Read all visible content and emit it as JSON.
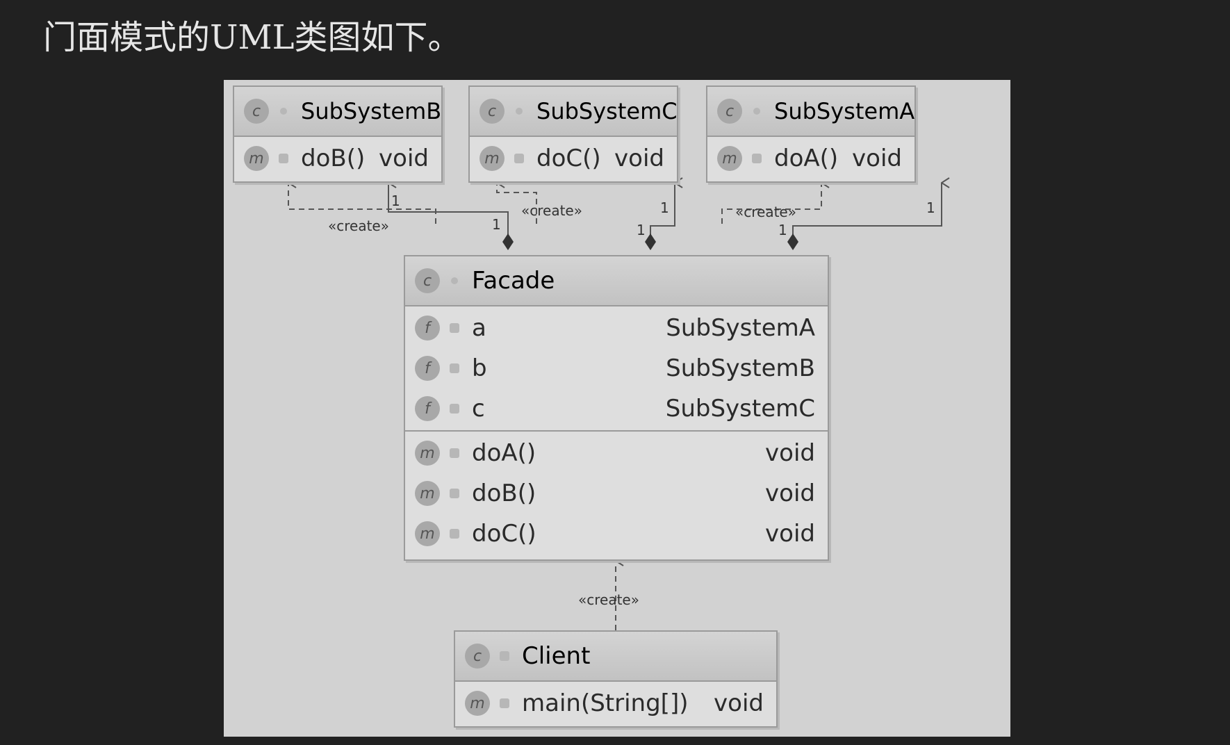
{
  "caption": "门面模式的UML类图如下。",
  "diagram": {
    "subsystem_b": {
      "name": "SubSystemB",
      "method": "doB()",
      "return_type": "void"
    },
    "subsystem_c": {
      "name": "SubSystemC",
      "method": "doC()",
      "return_type": "void"
    },
    "subsystem_a": {
      "name": "SubSystemA",
      "method": "doA()",
      "return_type": "void"
    },
    "facade": {
      "name": "Facade",
      "fields": [
        {
          "name": "a",
          "type": "SubSystemA"
        },
        {
          "name": "b",
          "type": "SubSystemB"
        },
        {
          "name": "c",
          "type": "SubSystemC"
        }
      ],
      "methods": [
        {
          "name": "doA()",
          "type": "void"
        },
        {
          "name": "doB()",
          "type": "void"
        },
        {
          "name": "doC()",
          "type": "void"
        }
      ]
    },
    "client": {
      "name": "Client",
      "method": "main(String[])",
      "return_type": "void"
    },
    "create_label": "«create»",
    "multiplicity": "1",
    "icons": {
      "class": "c",
      "method": "m",
      "field": "f"
    }
  }
}
